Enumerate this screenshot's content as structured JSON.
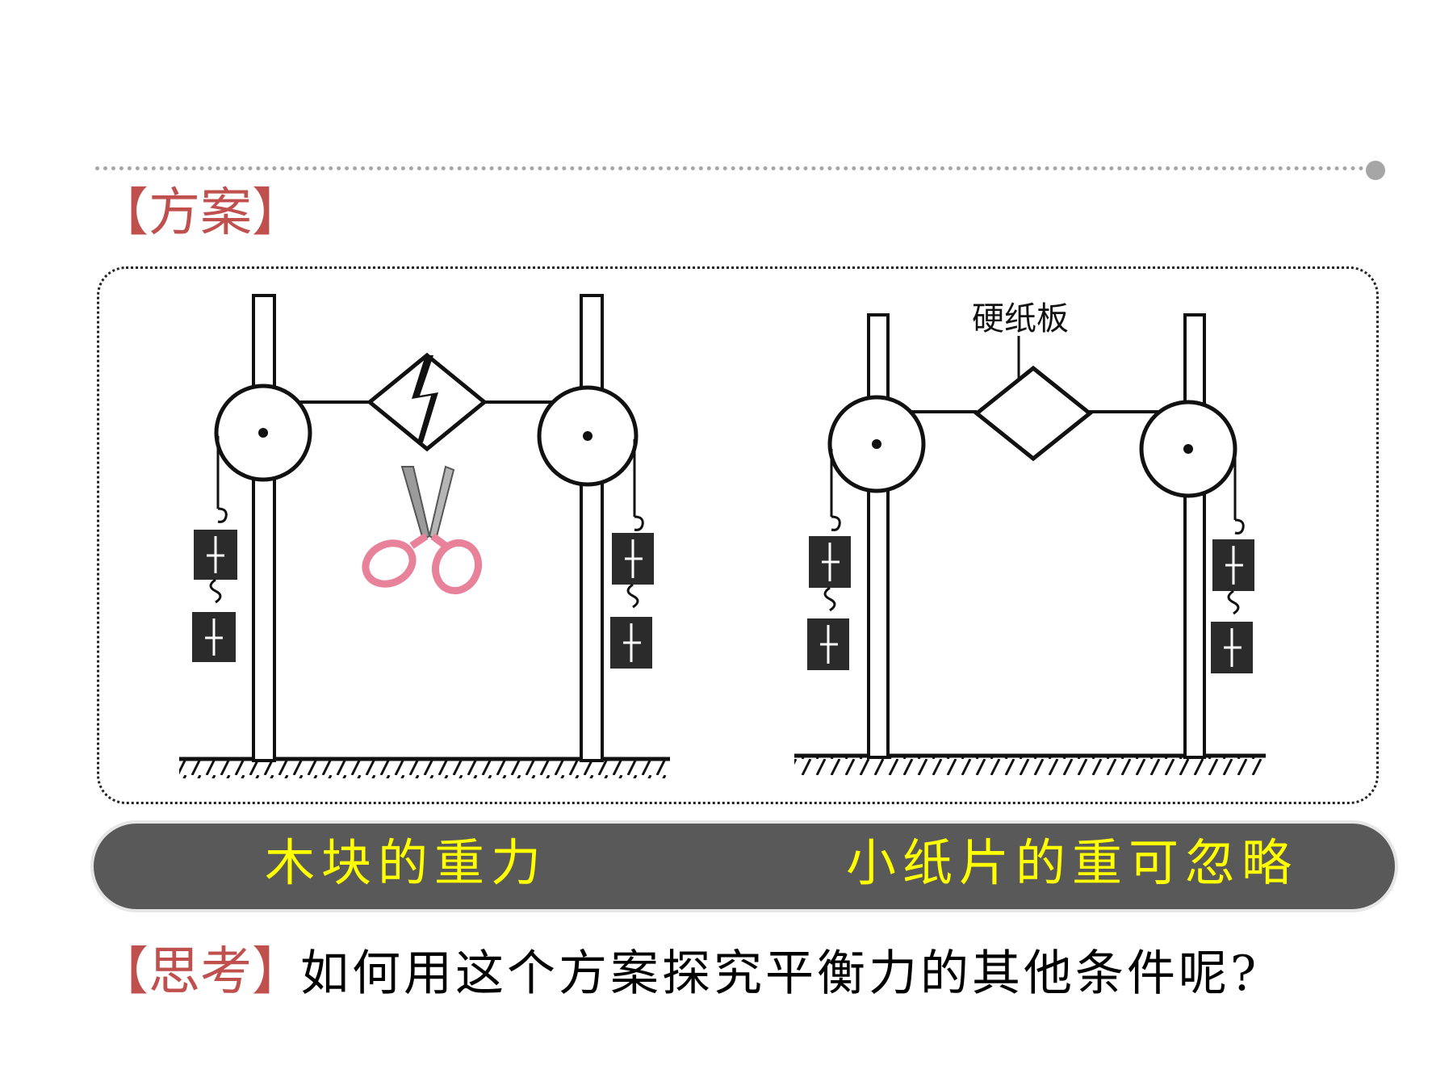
{
  "section": {
    "title": "【方案】"
  },
  "figure": {
    "cardboard_label": "硬纸板"
  },
  "captions": {
    "left": "木块的重力",
    "right": "小纸片的重可忽略"
  },
  "think": {
    "title": "【思考】",
    "question": "如何用这个方案探究平衡力的其他条件呢?"
  },
  "colors": {
    "title_red": "#c0504d",
    "caption_bar": "#595959",
    "caption_text": "#ffff00",
    "scissors_handle": "#e8829a"
  },
  "icons": [
    "scissors-icon",
    "lightning-crack-icon",
    "pulley-icon",
    "weight-icon"
  ]
}
